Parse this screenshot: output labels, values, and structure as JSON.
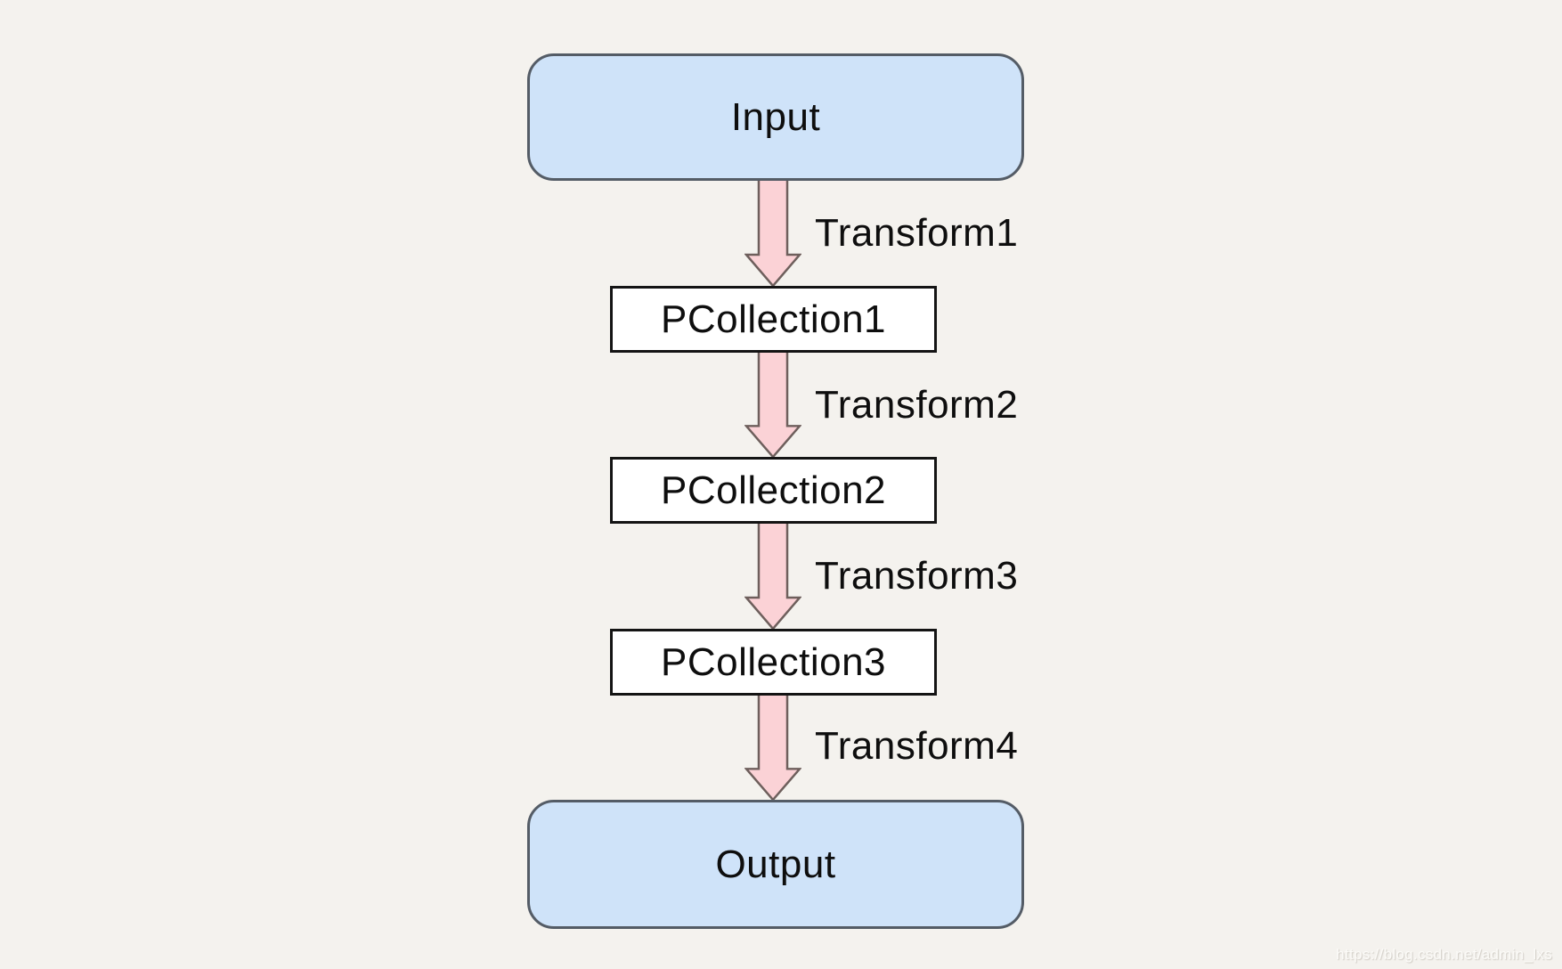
{
  "diagram": {
    "type": "flowchart",
    "direction": "top-to-bottom",
    "nodes": [
      {
        "id": "input",
        "label": "Input",
        "kind": "terminal"
      },
      {
        "id": "pcollection1",
        "label": "PCollection1",
        "kind": "collection"
      },
      {
        "id": "pcollection2",
        "label": "PCollection2",
        "kind": "collection"
      },
      {
        "id": "pcollection3",
        "label": "PCollection3",
        "kind": "collection"
      },
      {
        "id": "output",
        "label": "Output",
        "kind": "terminal"
      }
    ],
    "edges": [
      {
        "from": "input",
        "to": "pcollection1",
        "label": "Transform1"
      },
      {
        "from": "pcollection1",
        "to": "pcollection2",
        "label": "Transform2"
      },
      {
        "from": "pcollection2",
        "to": "pcollection3",
        "label": "Transform3"
      },
      {
        "from": "pcollection3",
        "to": "output",
        "label": "Transform4"
      }
    ],
    "colors": {
      "background": "#f4f2ee",
      "terminal_fill": "#cfe3f9",
      "terminal_border": "#545c66",
      "collection_fill": "#ffffff",
      "collection_border": "#141414",
      "arrow_fill": "#fbd2d6",
      "arrow_border": "#6e5f5c",
      "text": "#0e0e0e"
    },
    "watermark": "https://blog.csdn.net/admin_lxs"
  }
}
